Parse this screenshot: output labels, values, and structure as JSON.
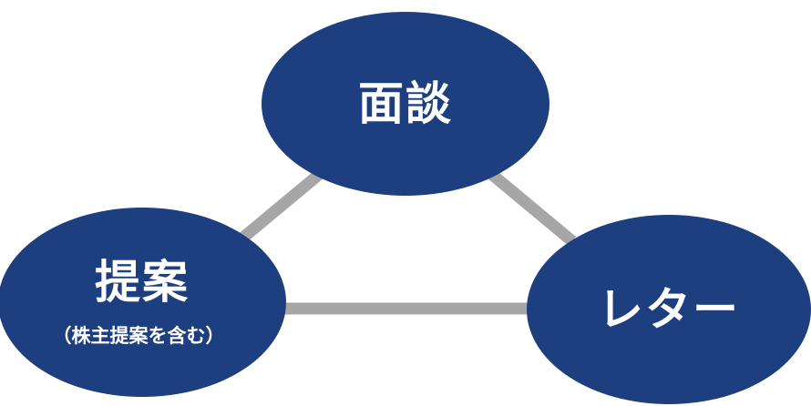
{
  "nodes": {
    "top": {
      "label": "面談"
    },
    "left": {
      "label": "提案",
      "sublabel": "（株主提案を含む）"
    },
    "right": {
      "label": "レター"
    }
  },
  "colors": {
    "node_fill": "#1d3f80",
    "connector": "#a6a6a6",
    "label": "#ffffff"
  }
}
